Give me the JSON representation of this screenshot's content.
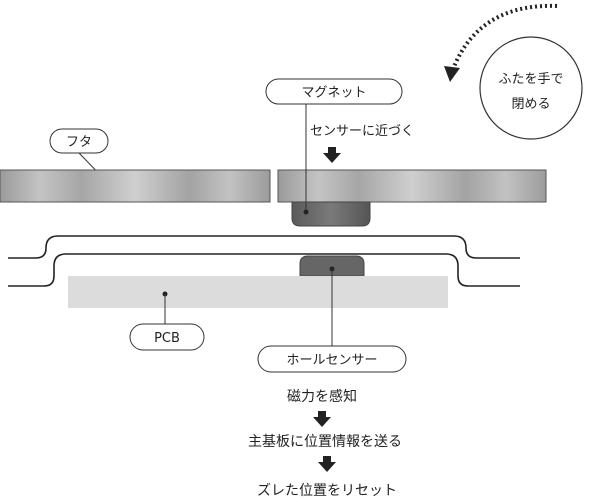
{
  "labels": {
    "magnet": "マグネット",
    "approach": "センサーに近づく",
    "lid": "フタ",
    "pcb": "PCB",
    "hall_sensor": "ホールセンサー",
    "close_line1": "ふたを手で",
    "close_line2": "閉める"
  },
  "flow": [
    "磁力を感知",
    "主基板に位置情報を送る",
    "ズレた位置をリセット"
  ],
  "colors": {
    "stroke": "#222222",
    "magnet_dark": "#555555",
    "sensor_dark": "#666666",
    "pcb_fill": "#dcdcdc",
    "arrow": "#222222"
  },
  "icons": [
    "down-arrow-icon",
    "curved-arrow-icon"
  ]
}
